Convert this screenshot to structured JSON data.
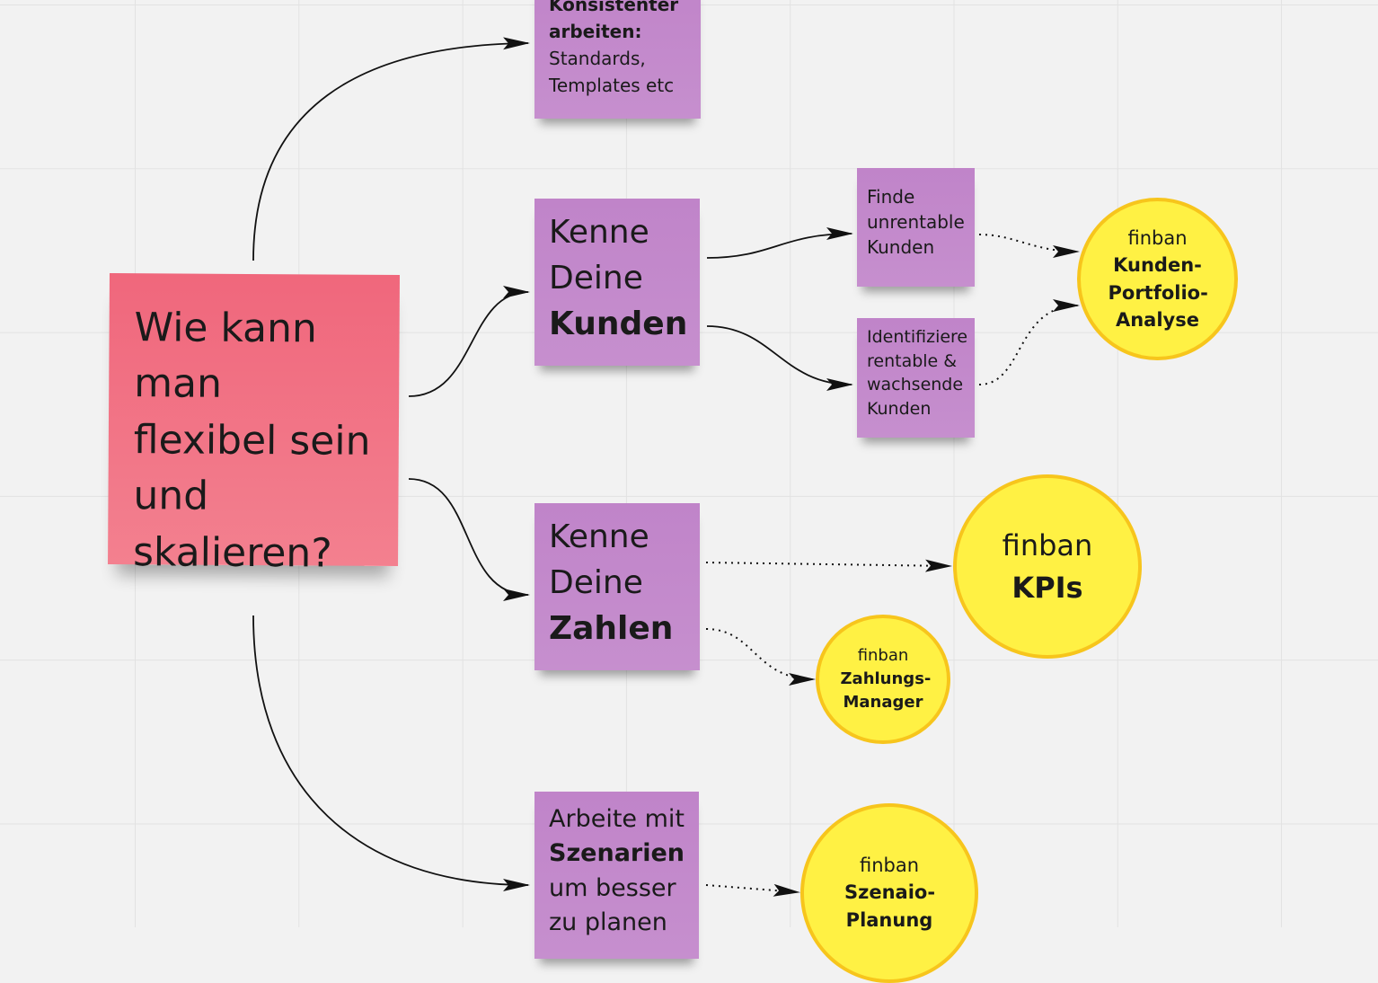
{
  "central": {
    "text": "Wie kann man flexibel sein und skalieren?"
  },
  "branches": {
    "konsistent": {
      "bold": "Konsistenter arbeiten:",
      "text": "Standards, Templates etc"
    },
    "kunden": {
      "line1": "Kenne",
      "line2": "Deine",
      "bold": "Kunden"
    },
    "zahlen": {
      "line1": "Kenne",
      "line2": "Deine",
      "bold": "Zahlen"
    },
    "szenarien": {
      "line1": "Arbeite mit",
      "bold": "Szenarien",
      "line3": "um besser",
      "line4": "zu planen"
    }
  },
  "sub": {
    "finde": "Finde unrentable Kunden",
    "identifiziere": "Identifiziere rentable & wachsende Kunden"
  },
  "tools": {
    "portfolio": {
      "brand": "finban",
      "name": "Kunden-Portfolio-Analyse"
    },
    "kpis": {
      "brand": "finban",
      "name": "KPIs"
    },
    "zahlungs": {
      "brand": "finban",
      "name": "Zahlungs-Manager"
    },
    "szenario": {
      "brand": "finban",
      "name": "Szenaio-Planung"
    }
  }
}
